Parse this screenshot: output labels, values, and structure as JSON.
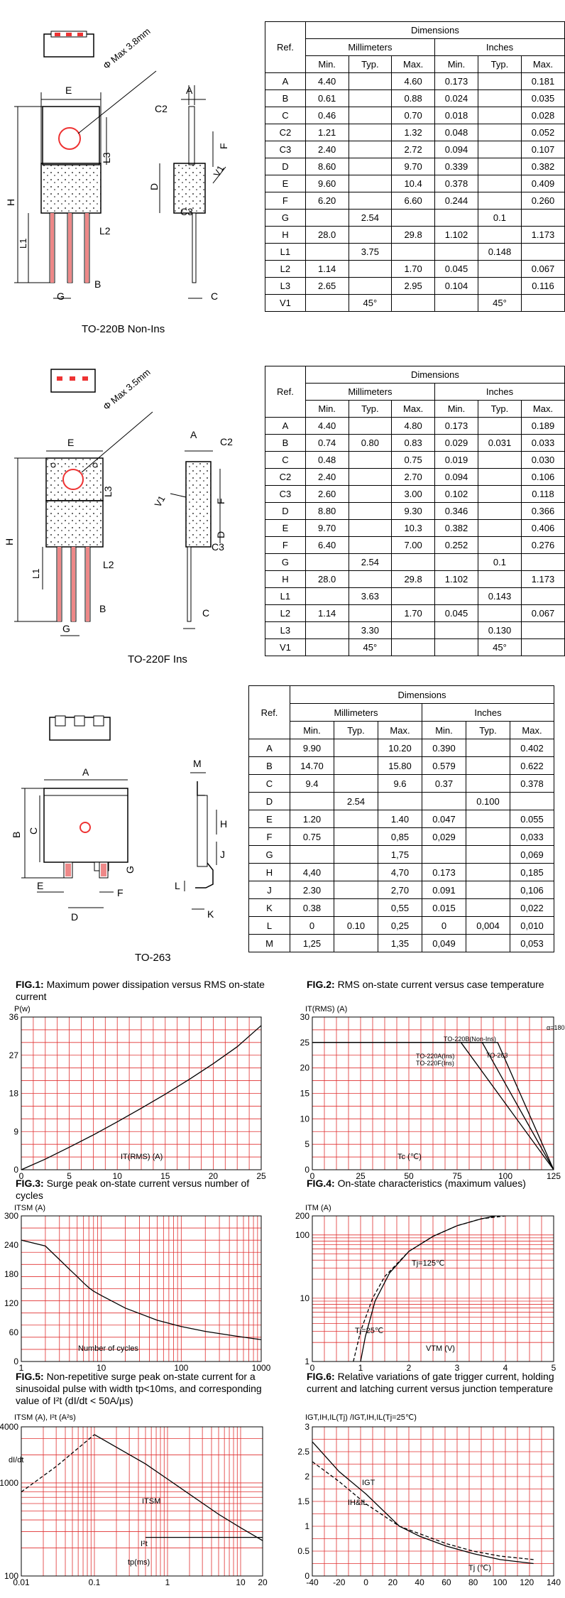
{
  "packages": [
    {
      "label": "TO-220B Non-Ins",
      "table": {
        "title": "Dimensions",
        "ref": "Ref.",
        "mm": "Millimeters",
        "in": "Inches",
        "cols": [
          "Min.",
          "Typ.",
          "Max.",
          "Min.",
          "Typ.",
          "Max."
        ],
        "rows": [
          [
            "A",
            "4.40",
            "",
            "4.60",
            "0.173",
            "",
            "0.181"
          ],
          [
            "B",
            "0.61",
            "",
            "0.88",
            "0.024",
            "",
            "0.035"
          ],
          [
            "C",
            "0.46",
            "",
            "0.70",
            "0.018",
            "",
            "0.028"
          ],
          [
            "C2",
            "1.21",
            "",
            "1.32",
            "0.048",
            "",
            "0.052"
          ],
          [
            "C3",
            "2.40",
            "",
            "2.72",
            "0.094",
            "",
            "0.107"
          ],
          [
            "D",
            "8.60",
            "",
            "9.70",
            "0.339",
            "",
            "0.382"
          ],
          [
            "E",
            "9.60",
            "",
            "10.4",
            "0.378",
            "",
            "0.409"
          ],
          [
            "F",
            "6.20",
            "",
            "6.60",
            "0.244",
            "",
            "0.260"
          ],
          [
            "G",
            "",
            "2.54",
            "",
            "",
            "0.1",
            ""
          ],
          [
            "H",
            "28.0",
            "",
            "29.8",
            "1.102",
            "",
            "1.173"
          ],
          [
            "L1",
            "",
            "3.75",
            "",
            "",
            "0.148",
            ""
          ],
          [
            "L2",
            "1.14",
            "",
            "1.70",
            "0.045",
            "",
            "0.067"
          ],
          [
            "L3",
            "2.65",
            "",
            "2.95",
            "0.104",
            "",
            "0.116"
          ],
          [
            "V1",
            "",
            "45°",
            "",
            "",
            "45°",
            ""
          ]
        ]
      },
      "drawing": {
        "hole": "Φ Max 3.8mm",
        "labels": [
          "E",
          "A",
          "C2",
          "L3",
          "F",
          "D",
          "V1",
          "H",
          "L1",
          "L2",
          "C3",
          "B",
          "G",
          "C"
        ]
      }
    },
    {
      "label": "TO-220F Ins",
      "table": {
        "title": "Dimensions",
        "ref": "Ref.",
        "mm": "Millimeters",
        "in": "Inches",
        "cols": [
          "Min.",
          "Typ.",
          "Max.",
          "Min.",
          "Typ.",
          "Max."
        ],
        "rows": [
          [
            "A",
            "4.40",
            "",
            "4.80",
            "0.173",
            "",
            "0.189"
          ],
          [
            "B",
            "0.74",
            "0.80",
            "0.83",
            "0.029",
            "0.031",
            "0.033"
          ],
          [
            "C",
            "0.48",
            "",
            "0.75",
            "0.019",
            "",
            "0.030"
          ],
          [
            "C2",
            "2.40",
            "",
            "2.70",
            "0.094",
            "",
            "0.106"
          ],
          [
            "C3",
            "2.60",
            "",
            "3.00",
            "0.102",
            "",
            "0.118"
          ],
          [
            "D",
            "8.80",
            "",
            "9.30",
            "0.346",
            "",
            "0.366"
          ],
          [
            "E",
            "9.70",
            "",
            "10.3",
            "0.382",
            "",
            "0.406"
          ],
          [
            "F",
            "6.40",
            "",
            "7.00",
            "0.252",
            "",
            "0.276"
          ],
          [
            "G",
            "",
            "2.54",
            "",
            "",
            "0.1",
            ""
          ],
          [
            "H",
            "28.0",
            "",
            "29.8",
            "1.102",
            "",
            "1.173"
          ],
          [
            "L1",
            "",
            "3.63",
            "",
            "",
            "0.143",
            ""
          ],
          [
            "L2",
            "1.14",
            "",
            "1.70",
            "0.045",
            "",
            "0.067"
          ],
          [
            "L3",
            "",
            "3.30",
            "",
            "",
            "0.130",
            ""
          ],
          [
            "V1",
            "",
            "45°",
            "",
            "",
            "45°",
            ""
          ]
        ]
      },
      "drawing": {
        "hole": "Φ Max 3.5mm",
        "labels": [
          "E",
          "A",
          "C2",
          "L3",
          "F",
          "D",
          "V1",
          "H",
          "L1",
          "L2",
          "C3",
          "B",
          "G",
          "C"
        ]
      }
    },
    {
      "label": "TO-263",
      "table": {
        "title": "Dimensions",
        "ref": "Ref.",
        "mm": "Millimeters",
        "in": "Inches",
        "cols": [
          "Min.",
          "Typ.",
          "Max.",
          "Min.",
          "Typ.",
          "Max."
        ],
        "rows": [
          [
            "A",
            "9.90",
            "",
            "10.20",
            "0.390",
            "",
            "0.402"
          ],
          [
            "B",
            "14.70",
            "",
            "15.80",
            "0.579",
            "",
            "0.622"
          ],
          [
            "C",
            "9.4",
            "",
            "9.6",
            "0.37",
            "",
            "0.378"
          ],
          [
            "D",
            "",
            "2.54",
            "",
            "",
            "0.100",
            ""
          ],
          [
            "E",
            "1.20",
            "",
            "1.40",
            "0.047",
            "",
            "0.055"
          ],
          [
            "F",
            "0.75",
            "",
            "0,85",
            "0,029",
            "",
            "0,033"
          ],
          [
            "G",
            "",
            "",
            "1,75",
            "",
            "",
            "0,069"
          ],
          [
            "H",
            "4,40",
            "",
            "4,70",
            "0.173",
            "",
            "0,185"
          ],
          [
            "J",
            "2.30",
            "",
            "2,70",
            "0.091",
            "",
            "0,106"
          ],
          [
            "K",
            "0.38",
            "",
            "0,55",
            "0.015",
            "",
            "0,022"
          ],
          [
            "L",
            "0",
            "0.10",
            "0,25",
            "0",
            "0,004",
            "0,010"
          ],
          [
            "M",
            "1,25",
            "",
            "1,35",
            "0,049",
            "",
            "0,053"
          ]
        ]
      },
      "drawing": {
        "labels": [
          "A",
          "B",
          "C",
          "E",
          "D",
          "F",
          "G",
          "M",
          "H",
          "J",
          "L",
          "K"
        ]
      }
    }
  ],
  "figures": [
    {
      "num": "FIG.1:",
      "title": "Maximum power dissipation versus RMS on-state current",
      "ylabel": "P(w)",
      "xlabel": "IT(RMS) (A)"
    },
    {
      "num": "FIG.2:",
      "title": "RMS on-state current versus case temperature",
      "ylabel": "IT(RMS) (A)",
      "xlabel": "Tc (℃)",
      "ann": [
        "α=180°",
        "TO-220B(Non-Ins)",
        "TO-220A(Ins)",
        "TO-220F(Ins)",
        "TO-263"
      ]
    },
    {
      "num": "FIG.3:",
      "title": "Surge peak on-state current versus number of cycles",
      "ylabel": "ITSM (A)",
      "xlabel": "Number of cycles"
    },
    {
      "num": "FIG.4:",
      "title": "On-state characteristics (maximum values)",
      "ylabel": "ITM (A)",
      "xlabel": "VTM (V)",
      "ann": [
        "Tj=125℃",
        "Tj=25℃"
      ]
    },
    {
      "num": "FIG.5:",
      "title": "Non-repetitive surge peak on-state current for a sinusoidal pulse with width tp<10ms, and corresponding value of I²t (dI/dt < 50A/µs)",
      "ylabel": "ITSM (A), I²t (A²s)",
      "xlabel": "tp(ms)",
      "ann": [
        "dI/dt",
        "ITSM",
        "I²t"
      ]
    },
    {
      "num": "FIG.6:",
      "title": "Relative variations of gate trigger current, holding current and latching current versus junction temperature",
      "ylabel": "IGT,IH,IL(Tj) /IGT,IH,IL(Tj=25℃)",
      "xlabel": "Tj (℃)",
      "ann": [
        "IGT",
        "IH&IL"
      ]
    }
  ],
  "chart_data": [
    {
      "type": "line",
      "title": "Maximum power dissipation versus RMS on-state current",
      "xlabel": "IT(RMS) (A)",
      "ylabel": "P(w)",
      "xlim": [
        0,
        25
      ],
      "ylim": [
        0,
        36
      ],
      "xticks": [
        0,
        5,
        10,
        15,
        20,
        25
      ],
      "yticks": [
        0,
        9,
        18,
        27,
        36
      ],
      "grid": true,
      "series": [
        {
          "x": [
            0,
            2.5,
            5,
            7.5,
            10,
            12.5,
            15,
            17.5,
            20,
            22.5,
            25
          ],
          "y": [
            0,
            2.5,
            5.3,
            8.2,
            11.3,
            14.5,
            17.8,
            21.3,
            25,
            29,
            34
          ]
        }
      ]
    },
    {
      "type": "line",
      "title": "RMS on-state current versus case temperature",
      "xlabel": "Tc (℃)",
      "ylabel": "IT(RMS) (A)",
      "xlim": [
        0,
        125
      ],
      "ylim": [
        0,
        30
      ],
      "xticks": [
        0,
        25,
        50,
        75,
        100,
        125
      ],
      "yticks": [
        0,
        5,
        10,
        15,
        20,
        25,
        30
      ],
      "grid": true,
      "series": [
        {
          "name": "TO-220A(Ins) / TO-220F(Ins)",
          "x": [
            0,
            77,
            125
          ],
          "y": [
            25,
            25,
            0
          ]
        },
        {
          "name": "TO-220B(Non-Ins)",
          "x": [
            0,
            88,
            125
          ],
          "y": [
            25,
            25,
            0
          ]
        },
        {
          "name": "TO-263",
          "x": [
            0,
            96,
            125
          ],
          "y": [
            25,
            25,
            0
          ]
        }
      ]
    },
    {
      "type": "line",
      "title": "Surge peak on-state current versus number of cycles",
      "xlabel": "Number of cycles",
      "ylabel": "ITSM (A)",
      "xscale": "log",
      "xlim": [
        1,
        1000
      ],
      "ylim": [
        0,
        300
      ],
      "xticks": [
        1,
        10,
        100,
        1000
      ],
      "yticks": [
        0,
        60,
        120,
        180,
        240,
        300
      ],
      "grid": true,
      "series": [
        {
          "x": [
            1,
            2,
            3,
            4,
            5,
            6,
            7,
            8,
            10,
            20,
            50,
            100,
            200,
            500,
            1000
          ],
          "y": [
            250,
            238,
            210,
            190,
            175,
            162,
            152,
            145,
            136,
            110,
            85,
            72,
            62,
            52,
            45
          ]
        }
      ]
    },
    {
      "type": "line",
      "title": "On-state characteristics (maximum values)",
      "xlabel": "VTM (V)",
      "ylabel": "ITM (A)",
      "yscale": "log",
      "xlim": [
        0,
        5
      ],
      "ylim": [
        1,
        200
      ],
      "xticks": [
        0,
        1,
        2,
        3,
        4,
        5
      ],
      "yticks": [
        1,
        10,
        100,
        200
      ],
      "grid": true,
      "series": [
        {
          "name": "Tj=125℃",
          "x": [
            0.85,
            1,
            1.25,
            1.5,
            2,
            2.5,
            3,
            3.5,
            4
          ],
          "y": [
            1,
            3,
            10,
            22,
            55,
            95,
            140,
            180,
            200
          ]
        },
        {
          "name": "Tj=25℃",
          "x": [
            1,
            1.1,
            1.3,
            1.6,
            2,
            2.5,
            3,
            3.5,
            3.8
          ],
          "y": [
            1,
            2.5,
            9,
            25,
            55,
            95,
            140,
            180,
            200
          ]
        }
      ]
    },
    {
      "type": "line",
      "title": "Non-repetitive surge peak on-state current",
      "xlabel": "tp(ms)",
      "ylabel": "ITSM (A), I²t (A²s)",
      "xscale": "log",
      "yscale": "log",
      "xlim": [
        0.01,
        20
      ],
      "ylim": [
        100,
        4000
      ],
      "xticks": [
        0.01,
        0.1,
        1,
        10,
        20
      ],
      "yticks": [
        100,
        1000,
        4000
      ],
      "grid": true,
      "series": [
        {
          "name": "dI/dt",
          "x": [
            0.01,
            0.03,
            0.1
          ],
          "y": [
            800,
            1500,
            3300
          ]
        },
        {
          "name": "ITSM",
          "x": [
            0.1,
            0.5,
            1,
            5,
            10,
            20
          ],
          "y": [
            3300,
            1600,
            1100,
            460,
            330,
            240
          ]
        },
        {
          "name": "I²t",
          "x": [
            0.5,
            20
          ],
          "y": [
            260,
            260
          ]
        }
      ]
    },
    {
      "type": "line",
      "title": "Relative variations of gate trigger current, holding current and latching current versus junction temperature",
      "xlabel": "Tj (℃)",
      "ylabel": "IGT,IH,IL(Tj) /IGT,IH,IL(Tj=25℃)",
      "xlim": [
        -40,
        140
      ],
      "ylim": [
        0,
        3
      ],
      "xticks": [
        -40,
        -20,
        0,
        20,
        40,
        60,
        80,
        100,
        120,
        140
      ],
      "yticks": [
        0,
        0.5,
        1,
        1.5,
        2,
        2.5,
        3
      ],
      "grid": true,
      "series": [
        {
          "name": "IGT",
          "x": [
            -40,
            -20,
            0,
            25,
            40,
            60,
            80,
            100,
            125
          ],
          "y": [
            2.7,
            2.1,
            1.65,
            1,
            0.8,
            0.6,
            0.45,
            0.33,
            0.25
          ]
        },
        {
          "name": "IH&IL",
          "x": [
            -40,
            -20,
            0,
            25,
            40,
            60,
            80,
            100,
            125
          ],
          "y": [
            2.3,
            1.9,
            1.45,
            1,
            0.85,
            0.65,
            0.5,
            0.4,
            0.33
          ]
        }
      ]
    }
  ]
}
